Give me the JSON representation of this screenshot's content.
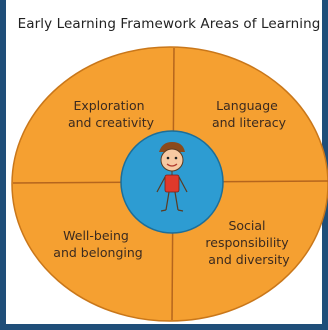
{
  "title": "Early Learning Framework Areas of Learning",
  "quadrants": [
    {
      "lines": [
        "Exploration",
        "and creativity"
      ]
    },
    {
      "lines": [
        "Language",
        "and literacy"
      ]
    },
    {
      "lines": [
        "Well-being",
        "and belonging"
      ]
    },
    {
      "lines": [
        "Social",
        "responsibility",
        "and diversity"
      ]
    }
  ],
  "colors": {
    "border": "#1f4e79",
    "outer_circle": "#f5a031",
    "inner_circle": "#2d9cd2",
    "divider": "#b5651d",
    "figure_shirt": "#e0392b"
  }
}
